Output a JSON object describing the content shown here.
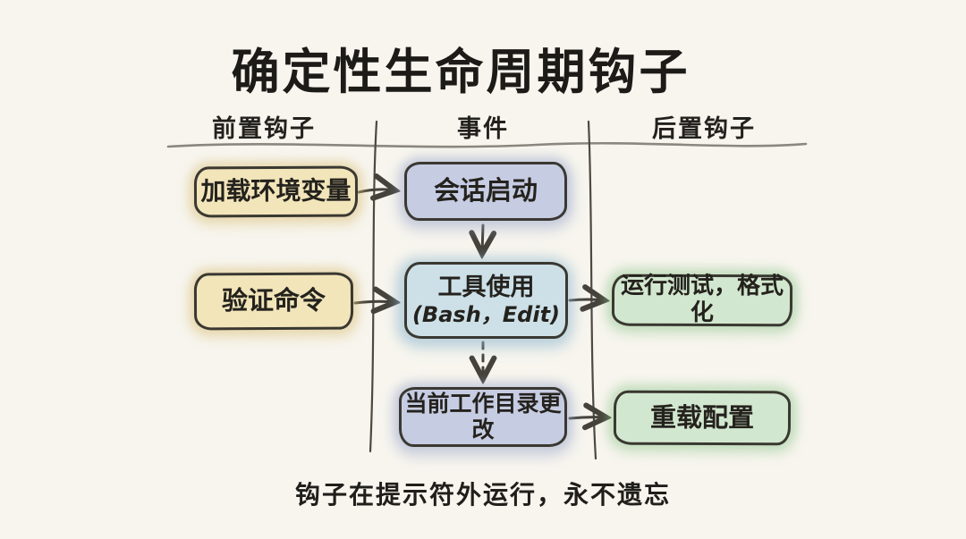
{
  "title": "确定性生命周期钩子",
  "columns": {
    "pre": "前置钩子",
    "event": "事件",
    "post": "后置钩子"
  },
  "nodes": {
    "load_env": "加载环境变量",
    "session_start": "会话启动",
    "verify_command": "验证命令",
    "tool_use": "工具使用",
    "tool_use_sub": "(Bash，Edit)",
    "run_tests": "运行测试，格式化",
    "cwd_change": "当前工作目录更改",
    "reload_config": "重载配置"
  },
  "caption": "钩子在提示符外运行，永不遗忘",
  "colors": {
    "background": "#f7f5ee",
    "ink": "#2b2925",
    "box_border": "#3a3831",
    "yellow": "#f2e5ba",
    "lavender": "#c6cce2",
    "blue": "#cde0e8",
    "green": "#d2e7cf"
  }
}
